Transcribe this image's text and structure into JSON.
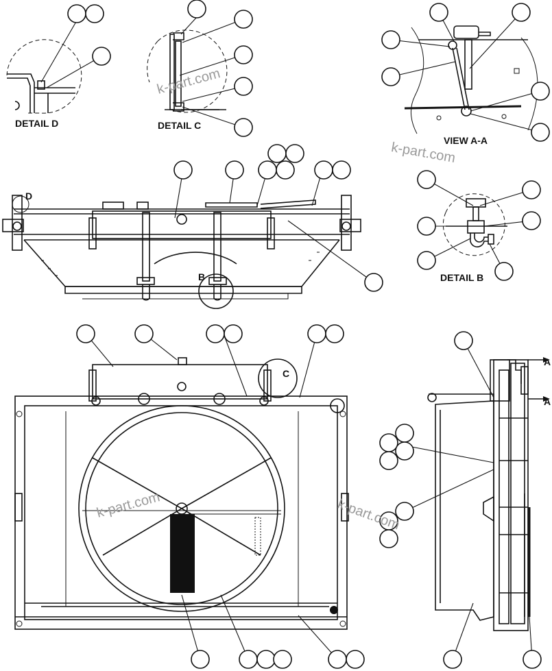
{
  "labels": {
    "detail_d": "DETAIL D",
    "detail_c": "DETAIL C",
    "view_a_a": "VIEW A-A",
    "detail_b": "DETAIL B",
    "marker_d": "D",
    "marker_b": "B",
    "marker_c": "C",
    "marker_a_top": "A",
    "marker_a_bottom": "A"
  },
  "watermarks": [
    "k-part.com",
    "k-part.com",
    "k-part.com",
    "k-part.com"
  ]
}
